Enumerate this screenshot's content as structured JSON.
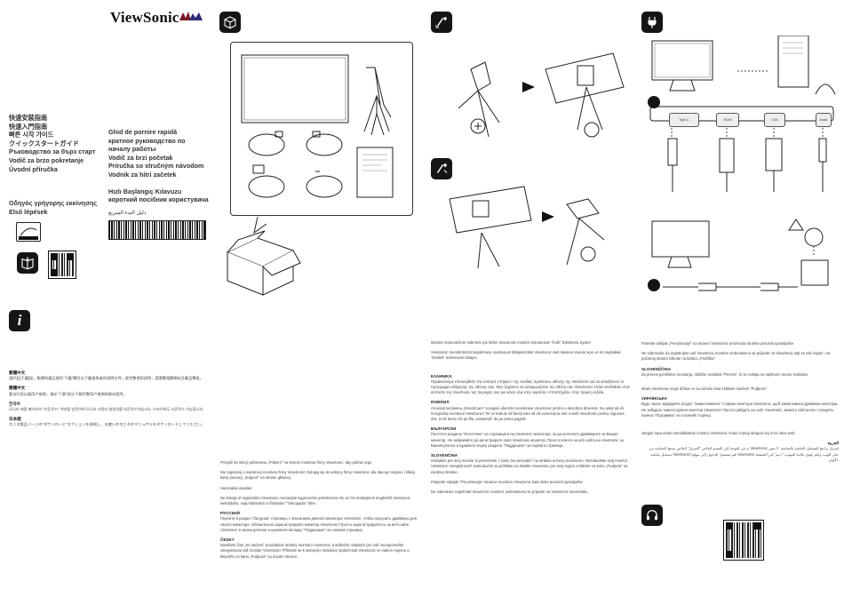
{
  "brand": {
    "name": "ViewSonic"
  },
  "languages": {
    "left": [
      "快速安裝指南",
      "快速入門指南",
      "빠른 시작 가이드",
      "クイックスタートガイド",
      "Ръководство за бърз старт",
      "Vodič za brzo pokretanje",
      "Úvodní příručka",
      "",
      "",
      "",
      "Οδηγός γρήγορης εκκίνησης",
      "Első lépések"
    ],
    "right": [
      "Ghid de pornire rapidă",
      "кратное руководство по",
      "началу работы",
      "Vodič za brzi početak",
      "Príručka so stručným návodom",
      "Vodnik za hitri začetek",
      "",
      "Hızlı Başlangıç Kılavuzu",
      "короткий посібник користувача",
      "دليل البدء السريع"
    ]
  },
  "col1_notes": {
    "h1": "繁體中文",
    "p1": "請於此[下載]區，點閱所產品使用\"下載\"欄位以下載使用者的說明文件。欲完整使用說明，請瀏覽相關網站及產品專區。",
    "h2": "簡體中文",
    "p2": "要访问显示器用户指南，请在\"下载\"部分下载完整用户指南和驱动程序。",
    "h3": "한국어",
    "p3": "모니터 제품 페이지의 \"다운로드\" 섹션을 방문하여 모니터 사용자 설명서를 다운로드하십시오. 드라이버도 다운로드 가능합니다.",
    "h4": "日本語",
    "p4": "モニタ製品ページの\"ダウンロード\"セクションを参照し、お使いのモニタのマニュアルをダウンロードしてください。"
  },
  "col2_notes": [
    {
      "h": "",
      "p": "Przejdź do sekcji pobierania „Pobierz\" na stronie monitora firmy ViewSonic, aby pobrać jego"
    },
    {
      "h": "",
      "p": "Nie zapomnij o rejestracji monitora firmy ViewSonic! Zaloguj się do witryny firmy ViewSonic dla danego regionu i kliknij kartę pomocy „Support\" na stronie głównej."
    },
    {
      "h": "",
      "p": "Használati utasítás"
    },
    {
      "h": "",
      "p": "Ne feledje el regisztrálni ViewSonic monitorját! Egyszerűen jelentkezzen be az Ön térségének megfelelő ViewSonic weboldalra, majd kattintson a főoldalon \"Támogatás\" fülre."
    },
    {
      "h": "РУССКИЙ",
      "p": "Перейти в раздел \"Загрузки\" страницы с описанием данного монитора ViewSonic, чтобы загрузить драйверы для своего монитора. Обязательно зарегистрируйте монитор ViewSonic! Просто зарегистрируйтесь на веб-сайте ViewSonic в своем регионе и щелкните вкладку \"Поддержка\" на главной странице."
    },
    {
      "h": "ČESKY",
      "p": "Navštivte část „Ke stažení\" produktové stránky monitoru ViewSonic a stáhněte ovladače pro váš. Nezapomeňte zaregistrovat váš monitor ViewSonic! Přihlaste se k webovým stránkám společnosti ViewSonic ve vašem regionu a klepněte na kartu „Podpora\" na úvodní stránce."
    }
  ],
  "col3_notes": [
    {
      "h": "",
      "p": "Monitör sürücülerinizi indirmek için lütfen ViewSonic monitör ürününüzün \"İndir\" bölümünü ziyaret"
    },
    {
      "h": "",
      "p": "ViewSonic monitörünüzü kaydetmeyi unutmayın! Bölgenizdeki ViewSonic web sitesine oturum açın ve ön sayfadaki \"Destek\" sekmesine tıklayın."
    },
    {
      "h": "ΕΛΛΗΝΙΚΑ",
      "p": "Παρακαλούμε επισκεφθείτε την ενότητα «Λήψεις» της σελίδας προϊόντων οθόνης της ViewSonic για να κατεβάσετε το πρόγραμμα οδήγησης της οθόνης σας. Μην ξεχάσετε να καταχωρήσετε την οθόνη σας ViewSonic! Απλά συνδεθείτε στον ιστότοπο της ViewSonic της περιοχής σας και κάντε κλικ στην καρτέλα «Υποστήριξη» στην πρώτη σελίδα."
    },
    {
      "h": "ROMÂNĂ",
      "p": "Accesați secțiunea „Descărcare\" a paginii aferente monitorului ViewSonic pentru a descărca driverele. Nu uitați să vă înregistrați monitorul ViewSonic! Tot ce trebuie să faceți este să vă conectați la site-ul web ViewSonic pentru regiunea dvs. și să faceți clic pe fila „Asistență\" de pe prima pagină."
    },
    {
      "h": "БЪЛГАРСКИ",
      "p": "Посетете раздела \"Изтегляне\" на страницата на ViewSonic монитора, за да изтеглите драйверите за Вашия монитор. Не забравяйте да регистрирате своя ViewSonic монитор. Просто влезте на уеб сайта на ViewSonic за Вашия регион и щракнете върху раздела \"Поддръжка\" на първата страница."
    },
    {
      "h": "SLOVENČINA",
      "p": "Ovládače pre svoj monitor si prevezmite z časti „Na prevzatie\" na stránke určenej monitorom. Nezabudnite svoj monitor ViewSonic zaregistrovať! Jednoducho sa prihláste na lokalite ViewSonic pre svoj región a kliknite na kartu „Podpora\" na úvodnej stránke."
    },
    {
      "h": "",
      "p": "Posjetite odjeljak \"Preuzimanje\" stranice monitora ViewSonic kako biste preuzeli upravljačke"
    },
    {
      "h": "",
      "p": "Ne zaboravite registrirati ViewSonic monitor! Jednostavno se prijavite na ViewSonic internetsku"
    }
  ],
  "col4_notes": [
    {
      "h": "",
      "p": "Posetite odeljak „Preuzimanje\" na stranici ViewSonic proizvoda da biste preuzeli upravljačke"
    },
    {
      "h": "",
      "p": "Ne zaboravite da registrujete vaš ViewSonic monitor! Jednostavno se prijavite na ViewSonic sajt za vaš region i na početnoj stranici kliknite na karticu „Podrška\"."
    },
    {
      "h": "SLOVENŠČINA",
      "p": "Za prenos gonilnikov monitorja, obiščite razdelek \"Prenos\", ki se nahaja na spletnem mestu zaslonka"
    },
    {
      "h": "",
      "p": "strani ViewSonic svoje države in na začetni strani kliknite zavihek \"Podpora\"."
    },
    {
      "h": "УКРАЇНСЬКА",
      "p": "Будь ласка, відвідайте розділ \"Завантаження\" сторінки монітора ViewSonic, щоб завантажити драйвери монітора. Не забудьте зареєструвати монітор ViewSonic! Просто увійдіть на сайт ViewSonic, вкажіть свій регіон і клацніть панель \"Підтримка\" на головній сторінці."
    },
    {
      "h": "",
      "p": "Jangan lupa untuk mendaftarkan monitor ViewSonic Anda! Cukup dengan log in ke situs web"
    },
    {
      "h": "العربية",
      "p": "يرجى التوجه إلى القسم الخاص \"التنزيل\" الخاص بمنتج الشاشة من ViewSonic لتنزيل برامج التشغيل الخاصة بالشاشة. لا تنس تسجيل شاشة ViewSonic! قم بتسجيل الدخول إلى موقع ViewSonic على الويب وانقر فوق علامة التبويب \"دعم\" في الصفحة الأولى."
    }
  ],
  "ports": [
    "Type-C",
    "HDMI",
    "VGA",
    "Audio"
  ],
  "step_numbers": [
    "1",
    "2"
  ],
  "icons": [
    "box-icon",
    "screwdriver-icon",
    "screwdriver-icon",
    "power-plug-icon",
    "info-icon",
    "book-icon",
    "headset-icon",
    "energy-star-logo"
  ]
}
